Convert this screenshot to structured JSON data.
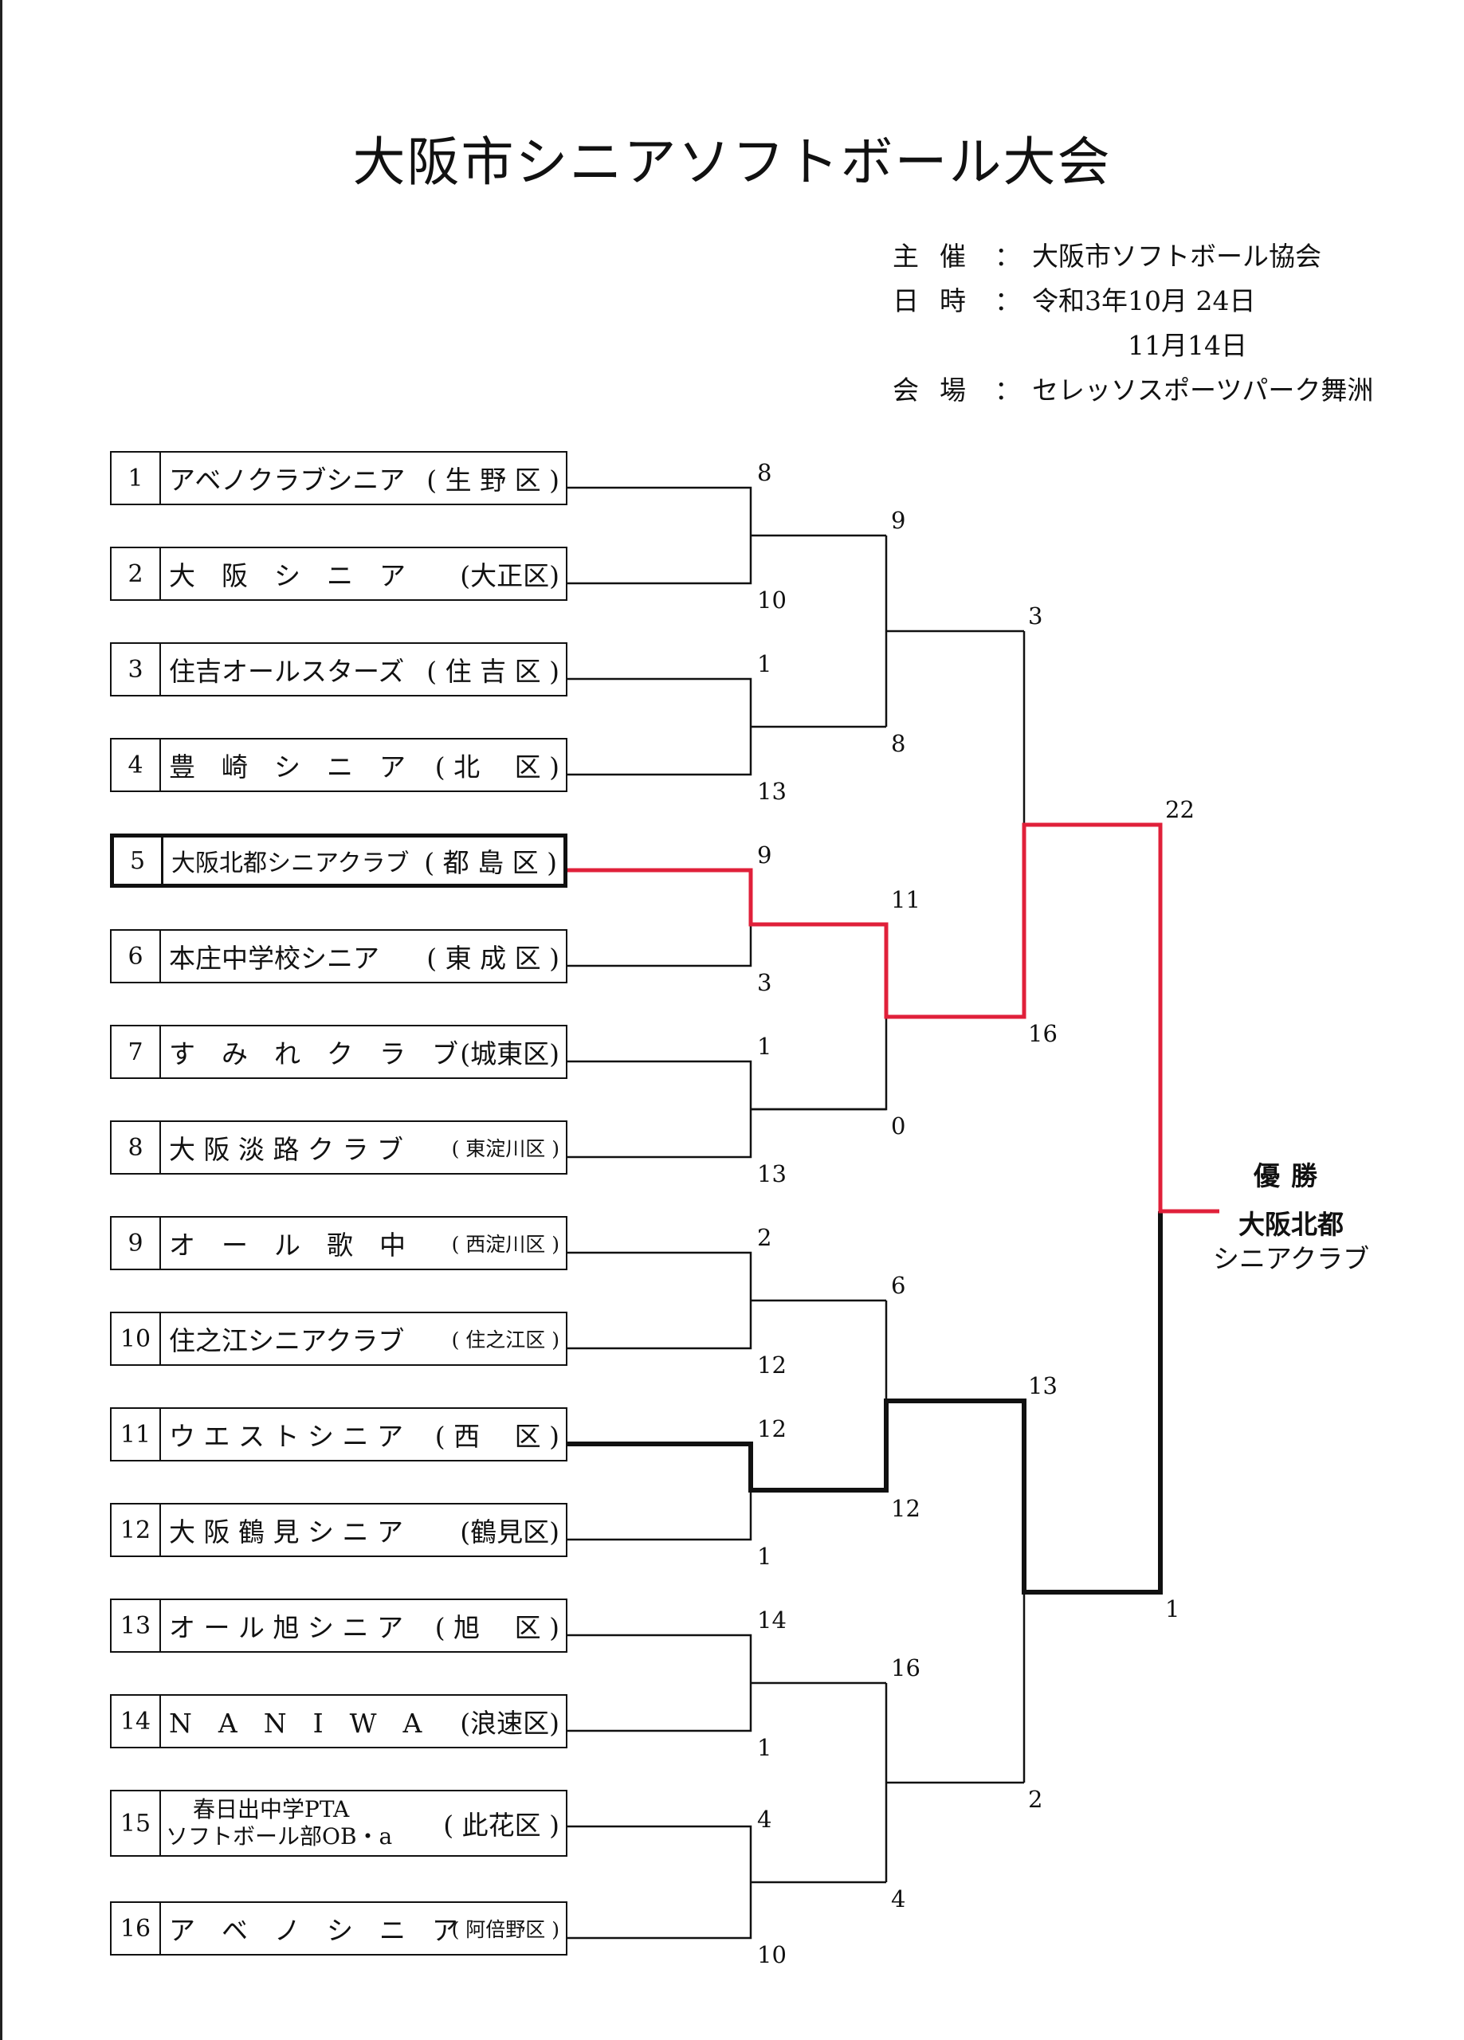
{
  "title": "大阪市シニアソフトボール大会",
  "info": {
    "organizer_label": "主催",
    "organizer": "大阪市ソフトボール協会",
    "date_label": "日時",
    "date1": "令和3年10月 24日",
    "date2": "11月14日",
    "venue_label": "会場",
    "venue": "セレッソスポーツパーク舞洲",
    "colon": "："
  },
  "teams": [
    {
      "no": "1",
      "name": "アベノクラブシニア",
      "district": "( 生 野 区 )"
    },
    {
      "no": "2",
      "name": "大　阪　シ　ニ　ア",
      "district": "(大正区)"
    },
    {
      "no": "3",
      "name": "住吉オールスターズ",
      "district": "( 住 吉 区 )"
    },
    {
      "no": "4",
      "name": "豊　崎　シ　ニ　ア",
      "district": "( 北　 区 )"
    },
    {
      "no": "5",
      "name": "大阪北都シニアクラブ",
      "district": "( 都 島 区 )"
    },
    {
      "no": "6",
      "name": "本庄中学校シニア",
      "district": "( 東 成 区 )"
    },
    {
      "no": "7",
      "name": "す　み　れ　ク　ラ　ブ",
      "district": "(城東区)"
    },
    {
      "no": "8",
      "name": "大 阪 淡 路 ク ラ ブ",
      "district": "( 東淀川区 )"
    },
    {
      "no": "9",
      "name": "オ　ー　ル　歌　中",
      "district": "( 西淀川区 )"
    },
    {
      "no": "10",
      "name": "住之江シニアクラブ",
      "district": "( 住之江区 )"
    },
    {
      "no": "11",
      "name": "ウ エ ス ト シ ニ ア",
      "district": "( 西　 区 )"
    },
    {
      "no": "12",
      "name": "大 阪 鶴 見 シ ニ ア",
      "district": "(鶴見区)"
    },
    {
      "no": "13",
      "name": "オ ー ル 旭 シ ニ ア",
      "district": "( 旭　 区 )"
    },
    {
      "no": "14",
      "name": "N　A　N　I　W　A",
      "district": "(浪速区)"
    },
    {
      "no": "15",
      "name_line1": "春日出中学PTA",
      "name_line2": "ソフトボール部OB・a",
      "district": "( 此花区 )"
    },
    {
      "no": "16",
      "name": "ア　ベ　ノ　シ　ニ　ア",
      "district": "( 阿倍野区 )"
    }
  ],
  "round1_scores": [
    "8",
    "10",
    "1",
    "13",
    "9",
    "3",
    "1",
    "13",
    "2",
    "12",
    "12",
    "1",
    "14",
    "1",
    "4",
    "10"
  ],
  "round2_scores": [
    "9",
    "8",
    "11",
    "0",
    "6",
    "12",
    "16",
    "4"
  ],
  "semifinal_scores": [
    "3",
    "16",
    "13",
    "2"
  ],
  "final_scores": [
    "22",
    "1"
  ],
  "champion": {
    "label": "優勝",
    "name_line1": "大阪北都",
    "name_line2": "シニアクラブ"
  },
  "colors": {
    "winner_path": "#e0203a",
    "line": "#111111"
  }
}
